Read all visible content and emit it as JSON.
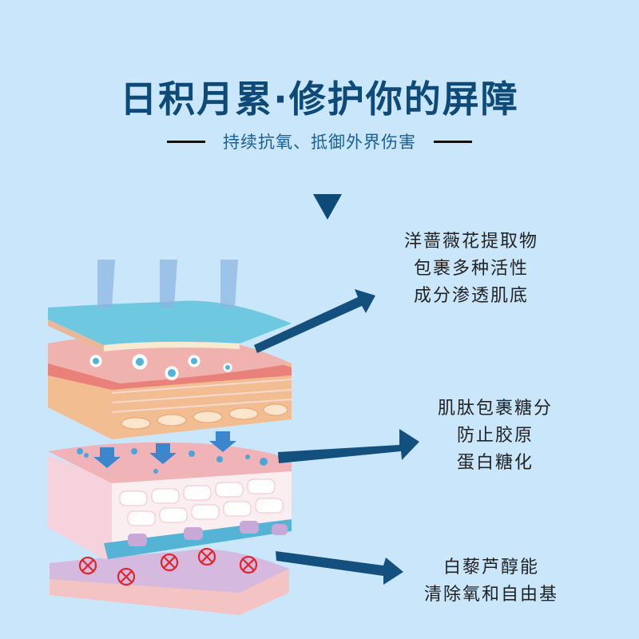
{
  "header": {
    "title": "日积月累·修护你的屏障",
    "subtitle": "持续抗氧、抵御外界伤害"
  },
  "labels": [
    {
      "lines": [
        "洋蔷薇花提取物",
        "包裹多种活性",
        "成分渗透肌底"
      ]
    },
    {
      "lines": [
        "肌肽包裹糖分",
        "防止胶原",
        "蛋白糖化"
      ]
    },
    {
      "lines": [
        "白藜芦醇能",
        "清除氧和自由基"
      ]
    }
  ],
  "colors": {
    "background": "#c9e6fb",
    "title": "#0e4a78",
    "subtitle": "#1a5e9a",
    "arrow": "#14507e"
  }
}
